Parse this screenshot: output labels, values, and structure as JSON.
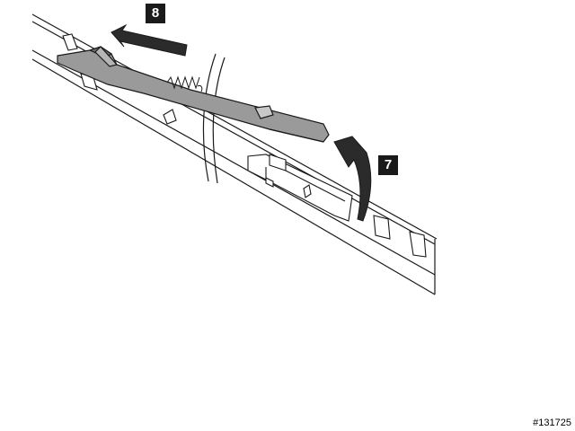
{
  "steps": [
    {
      "label": "8",
      "action": "slide-left-arrow"
    },
    {
      "label": "7",
      "action": "lift-up-arrow"
    }
  ],
  "figure_id": "#131725",
  "colors": {
    "outline": "#1a1a1a",
    "part_fill": "#9a9a9a",
    "part_dark": "#6e6e6e",
    "arrow_fill": "#2b2b2b",
    "background": "#ffffff"
  }
}
